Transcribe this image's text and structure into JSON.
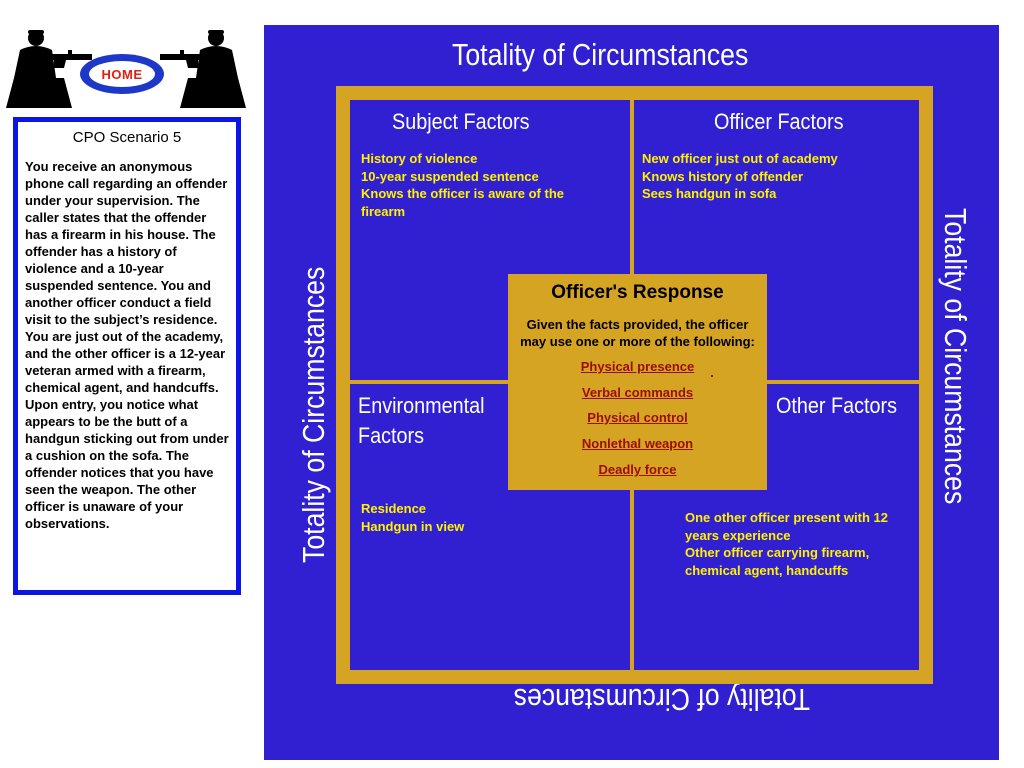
{
  "home": {
    "label": "HOME"
  },
  "scenario": {
    "title": "CPO Scenario 5",
    "text": "You receive an anonymous phone call regarding an offender under your supervision. The caller states that the offender has a firearm in his house. The offender has a history of violence and a 10-year suspended sentence. You and another officer conduct a field visit to the subject’s residence. You are just out of the academy, and the other officer is a 12-year veteran armed with a firearm, chemical agent, and handcuffs. Upon entry, you notice what appears to be the butt of a handgun sticking out from under a cushion on the sofa. The offender notices that you have seen the weapon. The other officer is unaware of your observations."
  },
  "diagram": {
    "frame_title": "Totality of Circumstances",
    "subject": {
      "title": "Subject Factors",
      "facts": [
        "History of violence",
        "10-year suspended sentence",
        "Knows the officer is aware of the firearm"
      ]
    },
    "officer": {
      "title": "Officer Factors",
      "facts": [
        "New officer just out of academy",
        "Knows history of offender",
        "Sees handgun in sofa"
      ]
    },
    "environmental": {
      "title_line1": "Environmental",
      "title_line2": "Factors",
      "facts": [
        "Residence",
        "Handgun in view"
      ]
    },
    "other": {
      "title": "Other Factors",
      "facts": [
        "One other officer present with 12 years experience",
        "Other officer carrying firearm, chemical agent, handcuffs"
      ]
    },
    "response": {
      "title": "Officer's Response",
      "description": "Given the facts provided, the officer may use one or more of the following:",
      "options": [
        "Physical presence",
        "Verbal commands",
        "Physical control",
        "Nonlethal weapon",
        "Deadly force"
      ]
    }
  },
  "colors": {
    "diagram_background": "#3020d2",
    "frame_gold": "#d6a423",
    "fact_text": "#fff200",
    "link_text": "#9b0d0d",
    "scenario_border": "#0b16e6",
    "home_text": "#e0200e"
  },
  "icons": [
    "soldier-left-icon",
    "soldier-right-icon"
  ]
}
